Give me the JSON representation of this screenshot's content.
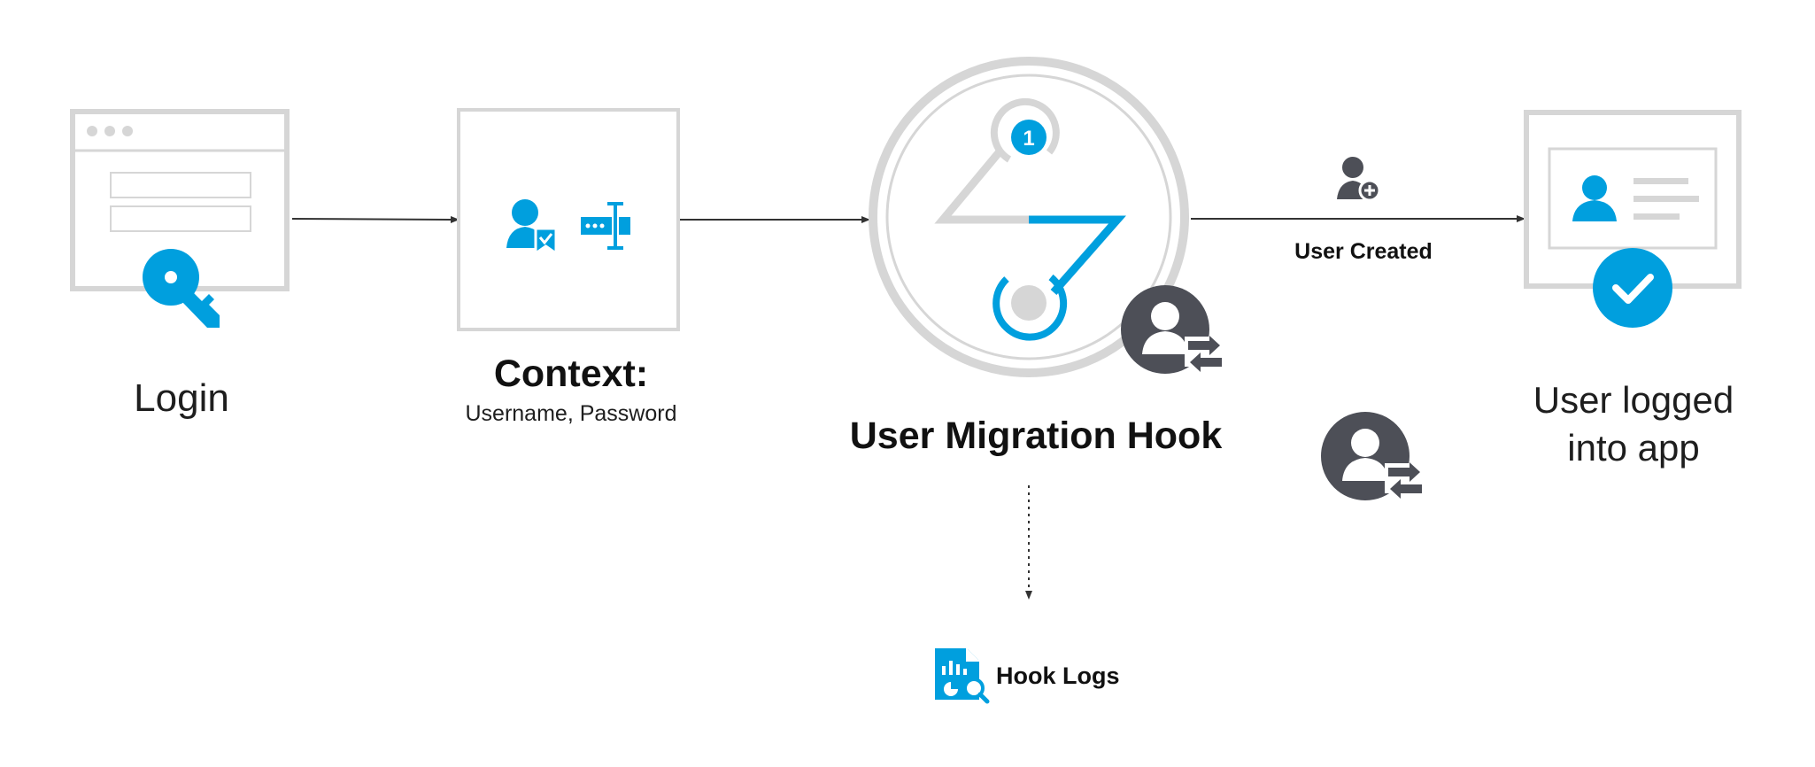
{
  "colors": {
    "accent": "#009fde",
    "frame": "#d6d6d6",
    "dark": "#4d4f57",
    "line": "#333333"
  },
  "steps": {
    "login": {
      "label": "Login",
      "icon": "key-icon"
    },
    "context": {
      "title": "Context:",
      "subtitle": "Username, Password",
      "icons": [
        "user-verified-icon",
        "password-field-icon"
      ]
    },
    "hook": {
      "title": "User Migration Hook",
      "step_badge": "1",
      "icons": [
        "hook-logo-icon",
        "user-sync-icon"
      ]
    },
    "user_created": {
      "label": "User Created",
      "icon": "user-add-icon"
    },
    "logged_in": {
      "label": "User logged into app",
      "icon": "checkmark-icon"
    },
    "hook_logs": {
      "label": "Hook Logs",
      "icon": "log-report-icon"
    }
  }
}
